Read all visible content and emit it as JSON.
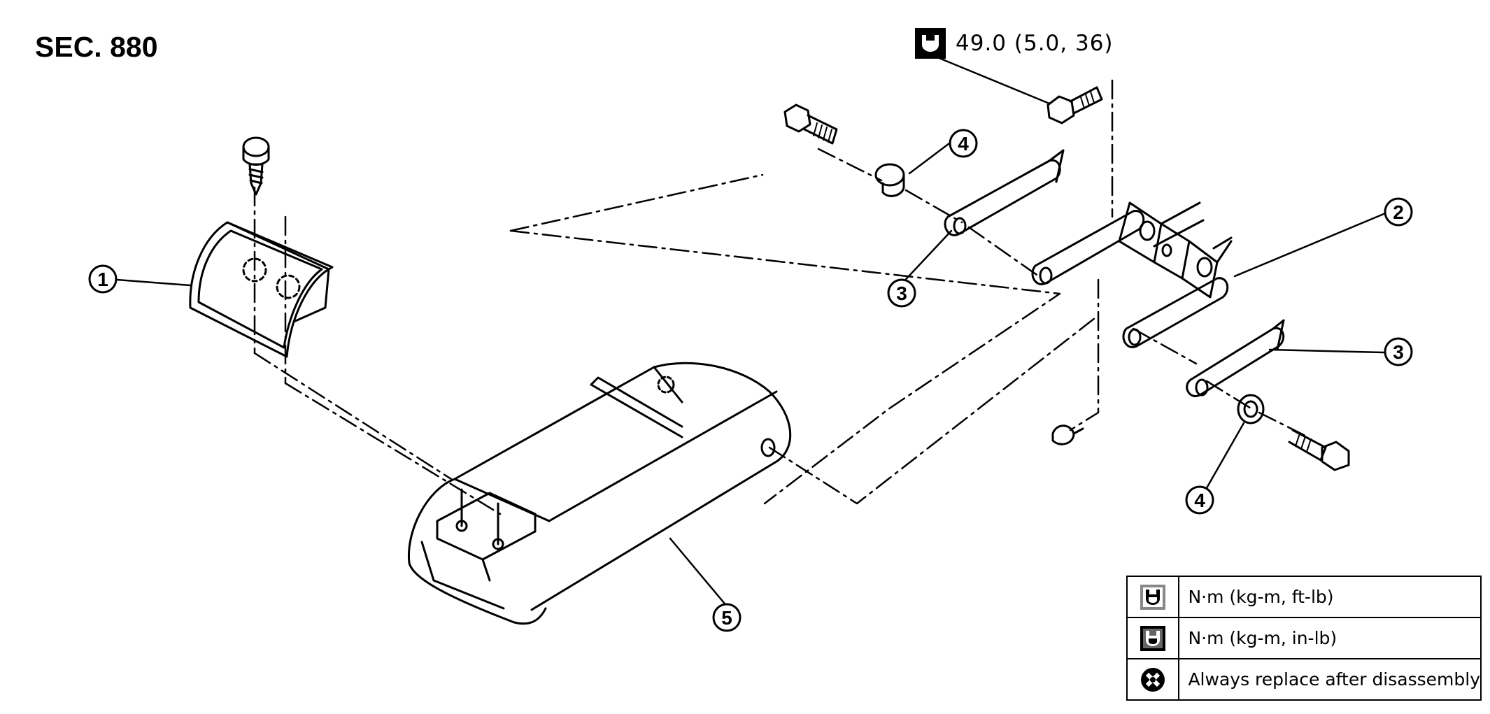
{
  "section_label": "SEC. 880",
  "torque_spec": {
    "icon": "torque-wrench-icon",
    "value": "49.0 (5.0, 36)"
  },
  "callouts": [
    "1",
    "2",
    "3",
    "3",
    "4",
    "4",
    "5"
  ],
  "legend": [
    {
      "icon": "torque-ft-lb-icon",
      "text": "N·m (kg-m, ft-lb)"
    },
    {
      "icon": "torque-in-lb-icon",
      "text": "N·m (kg-m, in-lb)"
    },
    {
      "icon": "replace-icon",
      "text": "Always replace after disassembly"
    }
  ]
}
